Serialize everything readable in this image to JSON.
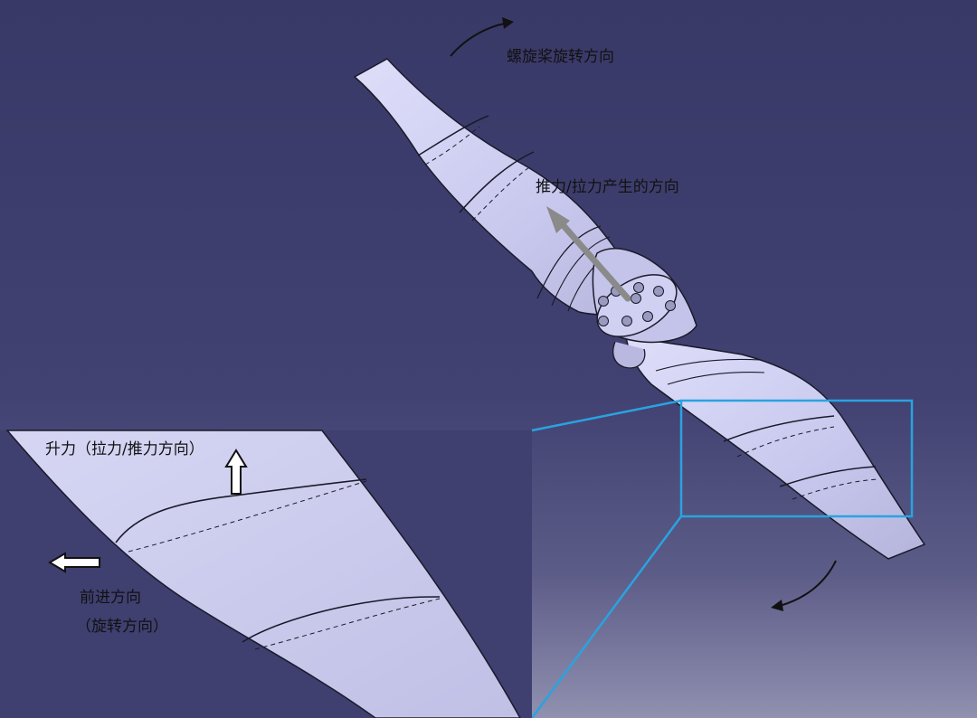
{
  "labels": {
    "rotation_direction": "螺旋桨旋转方向",
    "thrust_direction": "推力/拉力产生的方向",
    "lift_direction": "升力（拉力/推力方向）",
    "forward_direction": "前进方向",
    "forward_rotation_note": "（旋转方向）"
  },
  "colors": {
    "background_top": "#3a3a6a",
    "background_bottom": "#8a8aaa",
    "blade_fill": "#ccccf0",
    "zoom_box": "#29a3e0",
    "thrust_arrow": "#8a8a8a"
  }
}
